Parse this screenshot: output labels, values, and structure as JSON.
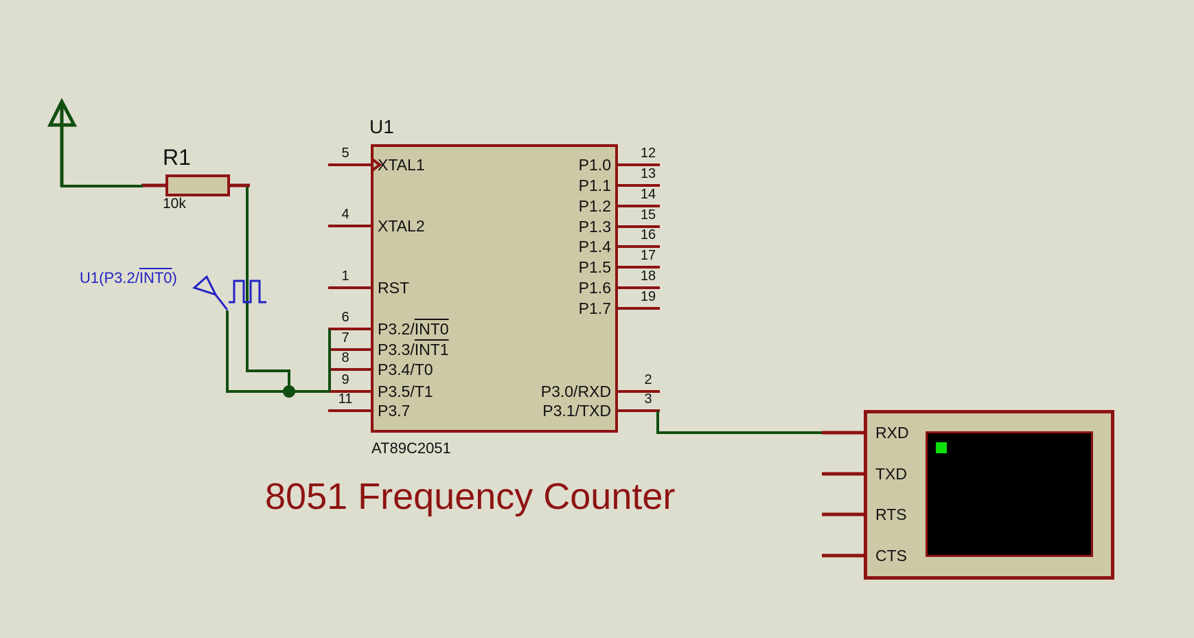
{
  "schematic": {
    "title": "8051 Frequency Counter",
    "colors": {
      "background": "#dedecf",
      "wire_green": "#114e11",
      "component_outline_red": "#8e1313",
      "component_fill": "#cdc9a7",
      "probe_blue": "#2323c4",
      "title_red": "#8e1312",
      "terminal_screen": "#000000",
      "terminal_cursor_green": "#0ce00c",
      "text_black": "#111111"
    }
  },
  "chip": {
    "ref": "U1",
    "part": "AT89C2051",
    "left_pins": [
      {
        "num": "5",
        "prefix": "XTAL1",
        "overline": ""
      },
      {
        "num": "4",
        "prefix": "XTAL2",
        "overline": ""
      },
      {
        "num": "1",
        "prefix": "RST",
        "overline": ""
      },
      {
        "num": "6",
        "prefix": "P3.2/",
        "overline": "INT0"
      },
      {
        "num": "7",
        "prefix": "P3.3/",
        "overline": "INT1"
      },
      {
        "num": "8",
        "prefix": "P3.4/T0",
        "overline": ""
      },
      {
        "num": "9",
        "prefix": "P3.5/T1",
        "overline": ""
      },
      {
        "num": "11",
        "prefix": "P3.7",
        "overline": ""
      }
    ],
    "right_pins": [
      {
        "num": "12",
        "prefix": "P1.0",
        "overline": ""
      },
      {
        "num": "13",
        "prefix": "P1.1",
        "overline": ""
      },
      {
        "num": "14",
        "prefix": "P1.2",
        "overline": ""
      },
      {
        "num": "15",
        "prefix": "P1.3",
        "overline": ""
      },
      {
        "num": "16",
        "prefix": "P1.4",
        "overline": ""
      },
      {
        "num": "17",
        "prefix": "P1.5",
        "overline": ""
      },
      {
        "num": "18",
        "prefix": "P1.6",
        "overline": ""
      },
      {
        "num": "19",
        "prefix": "P1.7",
        "overline": ""
      },
      {
        "num": "2",
        "prefix": "P3.0/RXD",
        "overline": ""
      },
      {
        "num": "3",
        "prefix": "P3.1/TXD",
        "overline": ""
      }
    ]
  },
  "resistor": {
    "ref": "R1",
    "value": "10k"
  },
  "probe_label": {
    "prefix": "U1(P3.2/",
    "overline": "INT0",
    "suffix": ")"
  },
  "terminal": {
    "pins": [
      "RXD",
      "TXD",
      "RTS",
      "CTS"
    ]
  }
}
